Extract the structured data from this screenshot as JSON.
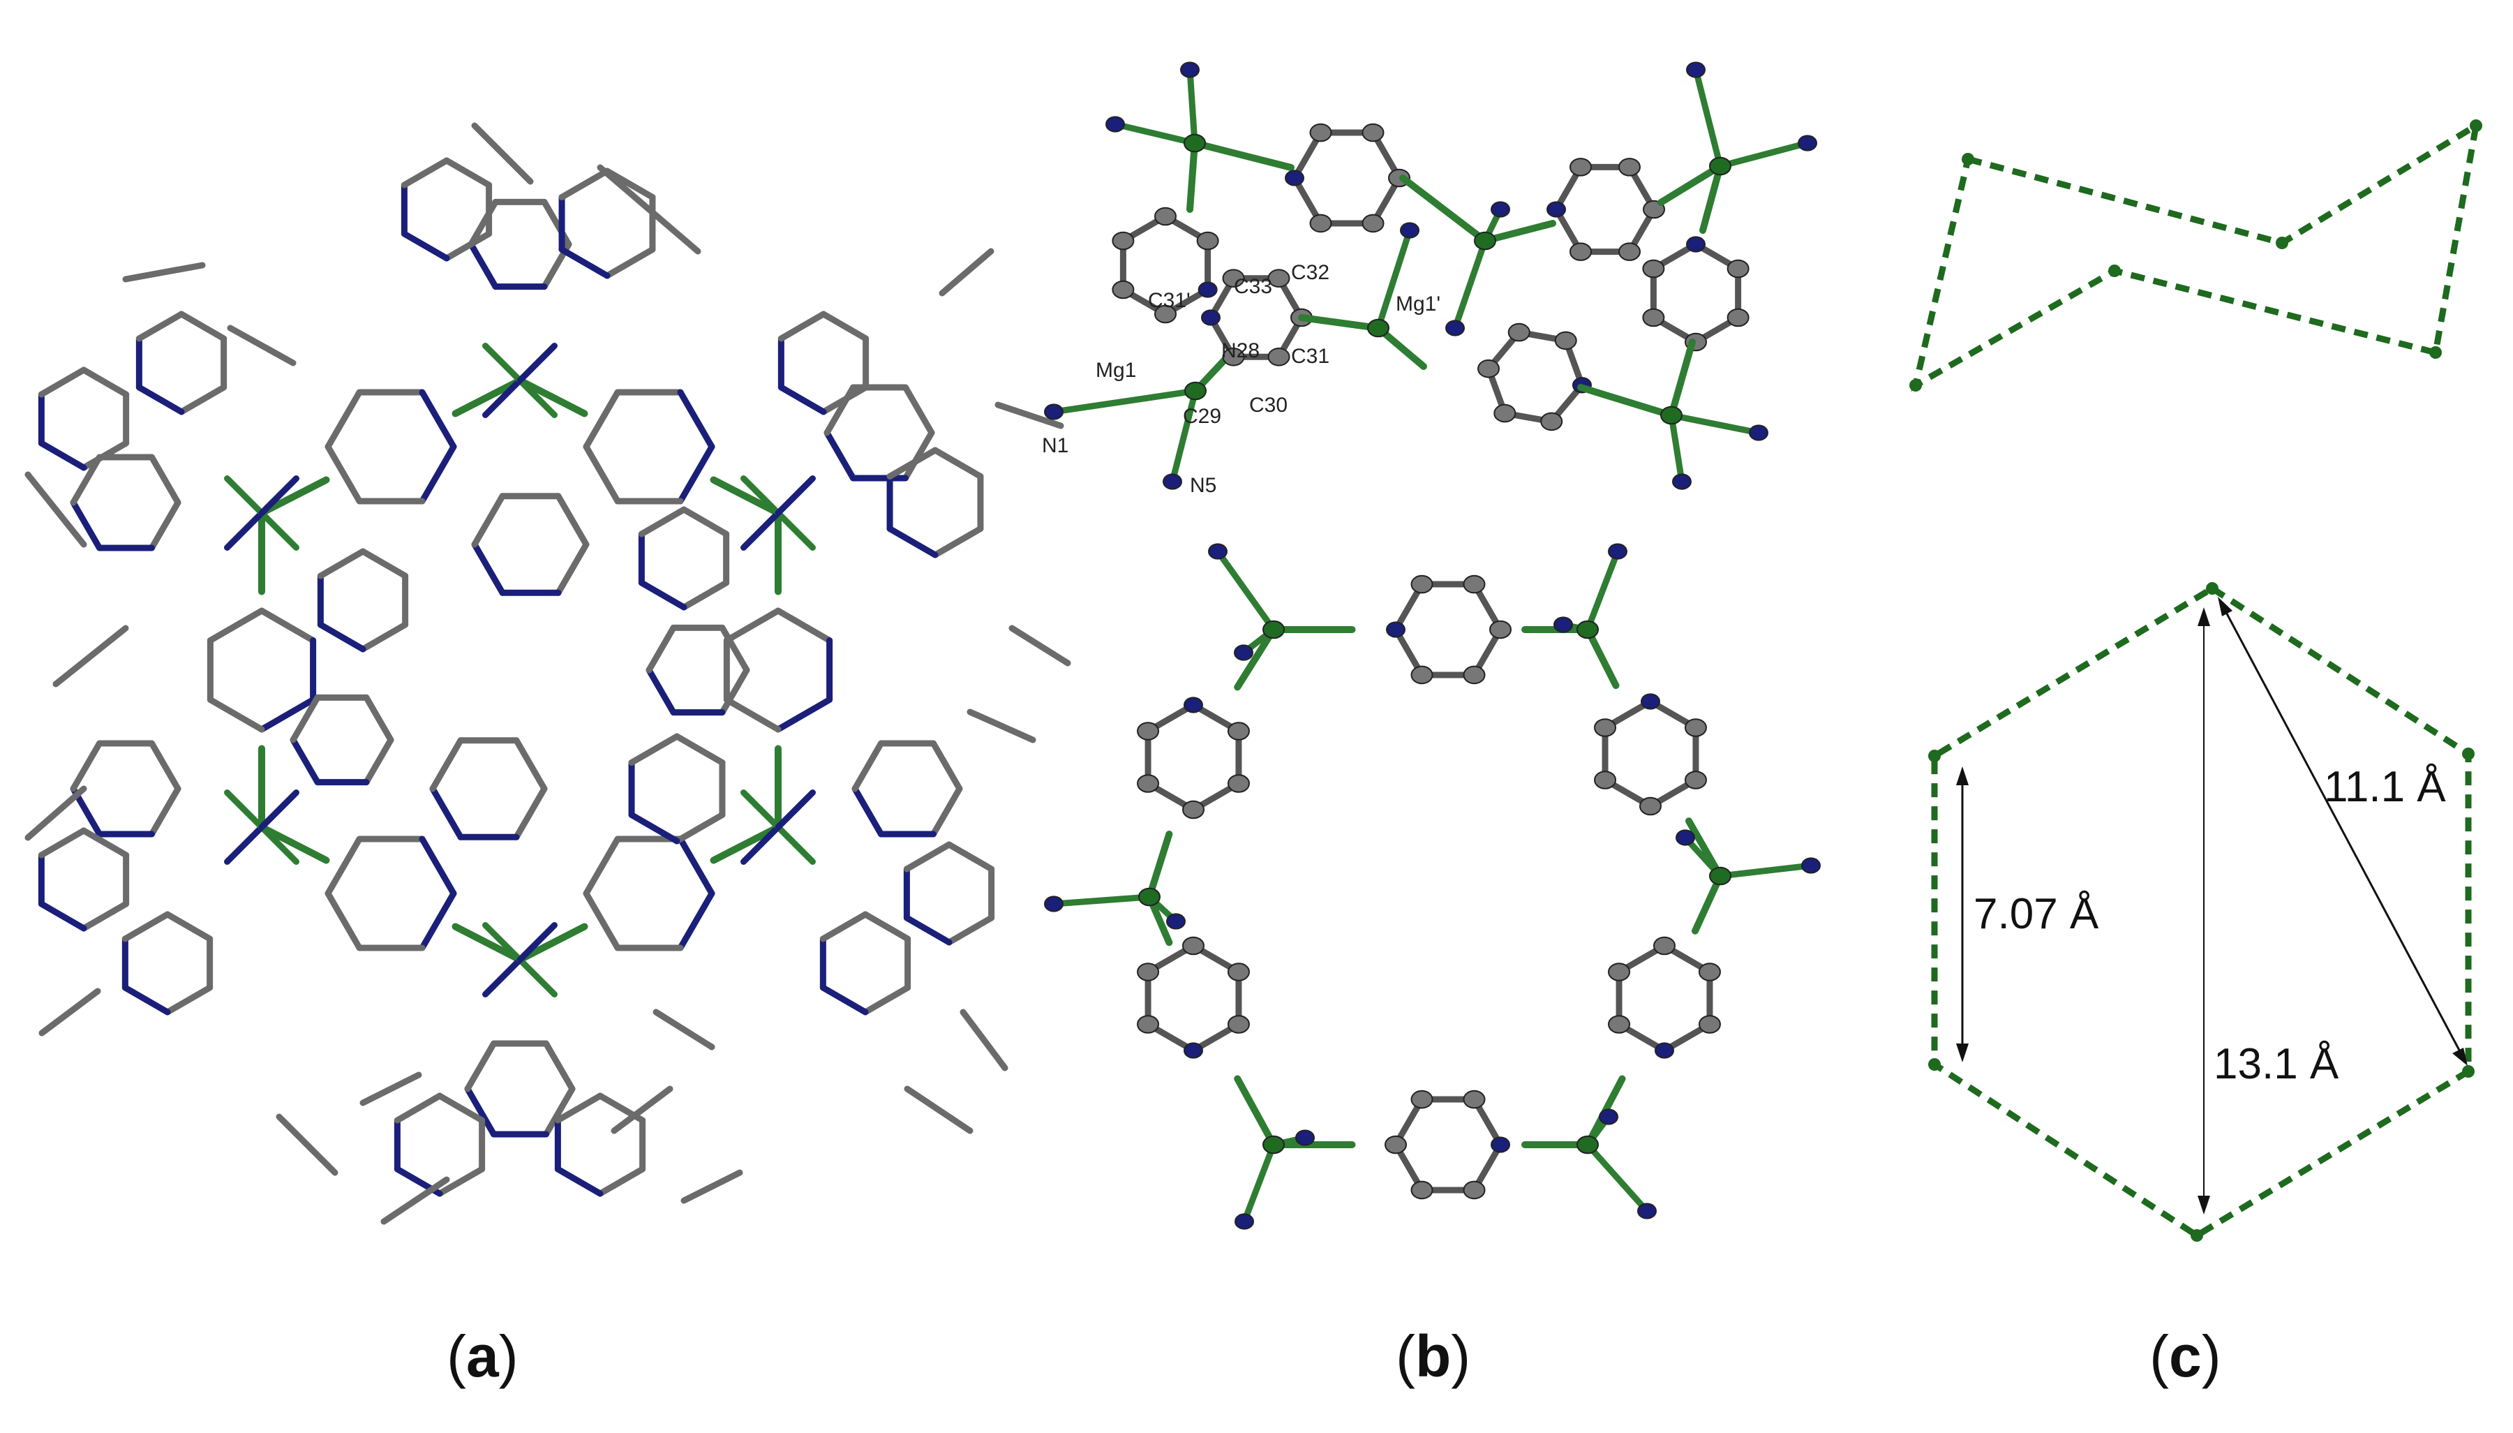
{
  "panels": {
    "a": {
      "label": "a"
    },
    "b": {
      "label": "b"
    },
    "c": {
      "label": "c"
    }
  },
  "atom_labels": {
    "c31p": "C31'",
    "c33": "C33",
    "c32": "C32",
    "mg1p": "Mg1'",
    "mg1": "Mg1",
    "n28": "N28",
    "c31": "C31",
    "n1": "N1",
    "c29": "C29",
    "c30": "C30",
    "n5": "N5"
  },
  "dimensions": {
    "edge": "7.07 Å",
    "height": "13.1 Å",
    "diagonal": "11.1 Å"
  },
  "colors": {
    "carbon": "#6b6b6b",
    "nitrogen": "#1a1f7a",
    "magnesium": "#1f6b22",
    "bond": "#2e7d32",
    "dashed_outline": "#1e6a1e"
  }
}
